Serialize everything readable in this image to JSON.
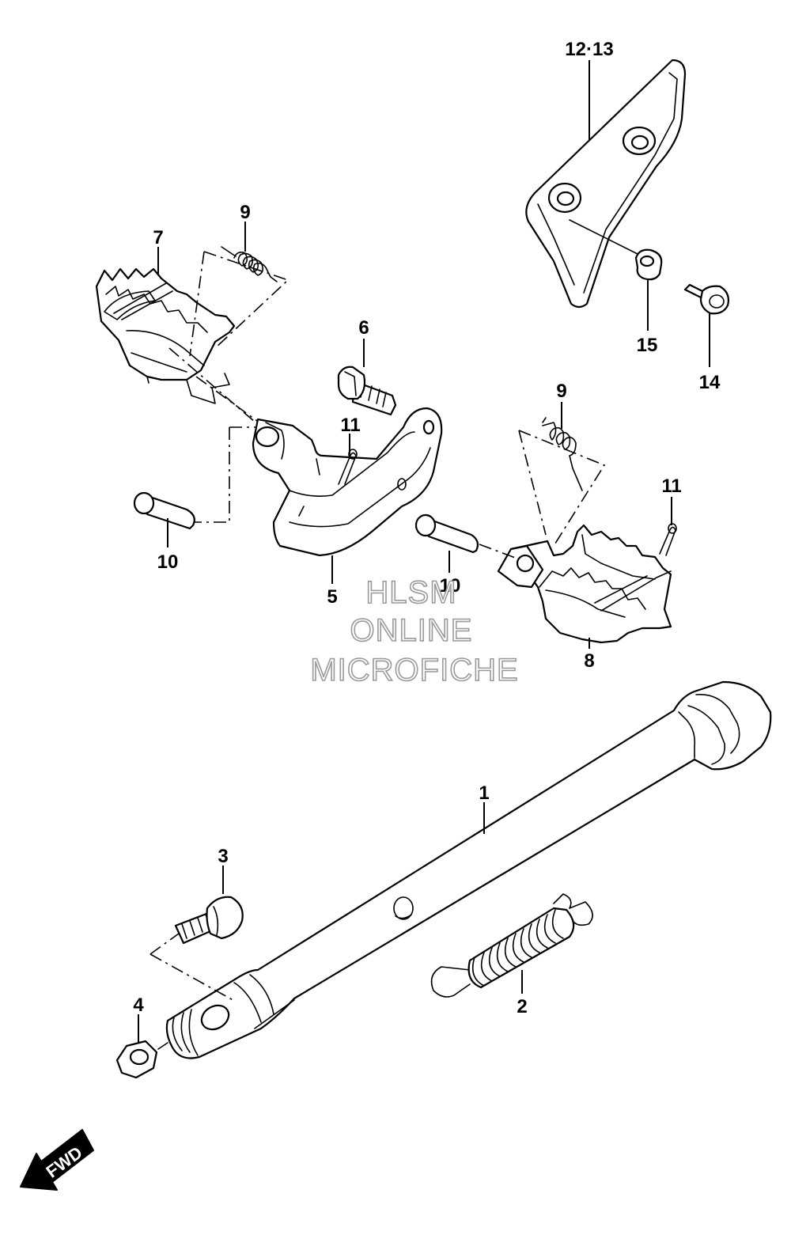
{
  "callouts": {
    "c1": "1",
    "c2": "2",
    "c3": "3",
    "c4": "4",
    "c5": "5",
    "c6": "6",
    "c7": "7",
    "c8": "8",
    "c9a": "9",
    "c9b": "9",
    "c10a": "10",
    "c10b": "10",
    "c11a": "11",
    "c11b": "11",
    "c12_13": "12·13",
    "c14": "14",
    "c15": "15"
  },
  "watermark": {
    "line1": "HLSM",
    "line2": "ONLINE",
    "line3": "MICROFICHE"
  },
  "fwd_label": "FWD"
}
